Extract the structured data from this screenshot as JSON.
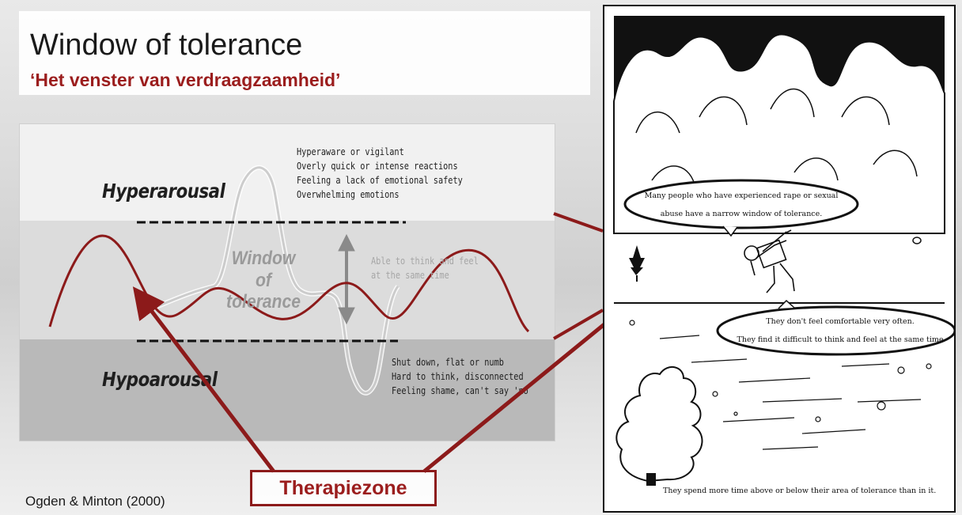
{
  "slide": {
    "title": "Window of tolerance",
    "subtitle": "‘Het venster van verdraagzaamheid’",
    "citation": "Ogden & Minton (2000)",
    "therapiezone_label": "Therapiezone"
  },
  "diagram": {
    "hyperarousal": {
      "label": "Hyperarousal",
      "items": [
        "Hyperaware or vigilant",
        "Overly quick or intense reactions",
        "Feeling a lack of emotional safety",
        "Overwhelming emotions"
      ]
    },
    "window": {
      "label_line1": "Window of",
      "label_line2": "tolerance",
      "desc_line1": "Able to think and feel",
      "desc_line2": "at the same time"
    },
    "hypoarousal": {
      "label": "Hypoarousal",
      "items": [
        "Shut down, flat or numb",
        "Hard to think, disconnected",
        "Feeling shame, can't say 'no"
      ]
    }
  },
  "comic": {
    "bubble1": {
      "line1": "Many people who have experienced rape or sexual",
      "line2": "abuse have a narrow window of tolerance."
    },
    "bubble2": {
      "line1": "They don't feel comfortable very often.",
      "line2": "They find it difficult to think and feel at the same time"
    },
    "caption": "They spend more time above or below their area of tolerance than in it."
  },
  "colors": {
    "accent_red": "#9b1d1d",
    "arrow_red": "#8c1a1a"
  }
}
